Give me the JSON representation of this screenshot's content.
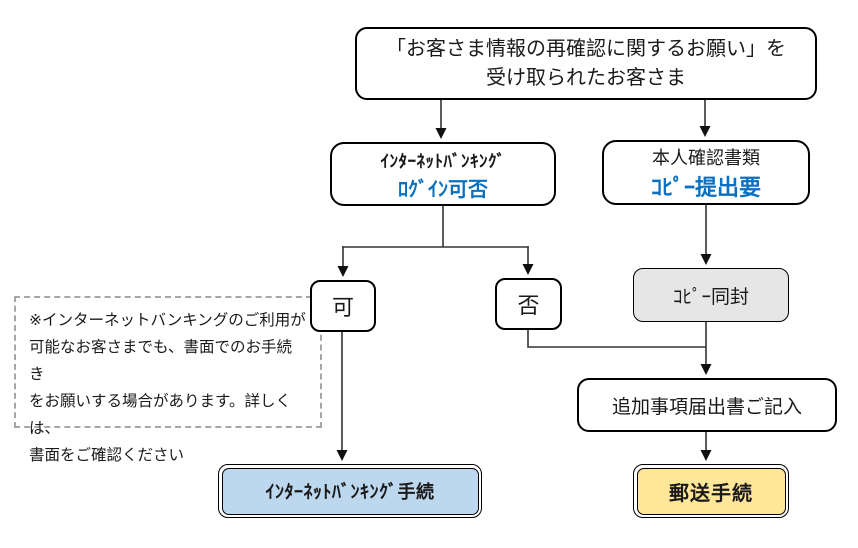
{
  "colors": {
    "accent_blue": "#0A70C0",
    "line": "#333333",
    "gray_fill": "#E7E6E6",
    "blue_fill": "#BDD7EE",
    "yellow_fill": "#FFE699",
    "note_border": "#A6A6A6"
  },
  "flowchart": {
    "start": {
      "line1": "「お客さま情報の再確認に関するお願い」を",
      "line2": "受け取られたお客さま"
    },
    "internet_banking": {
      "line1": "ｲﾝﾀｰﾈｯﾄﾊﾞﾝｷﾝｸﾞ",
      "line2": "ﾛｸﾞｲﾝ可否"
    },
    "id_documents": {
      "line1": "本人確認書類",
      "line2": "ｺﾋﾟｰ提出要"
    },
    "login_yes": "可",
    "login_no": "否",
    "copy_enclose": "ｺﾋﾟｰ同封",
    "note": "※インターネットバンキングのご利用が\n可能なお客さまでも、書面でのお手続き\nをお願いする場合があります。詳しくは、\n書面をご確認ください",
    "additional_form": "追加事項届出書ご記入",
    "ib_procedure": "ｲﾝﾀｰﾈｯﾄﾊﾞﾝｷﾝｸﾞ手続",
    "mail_procedure": "郵送手続"
  }
}
